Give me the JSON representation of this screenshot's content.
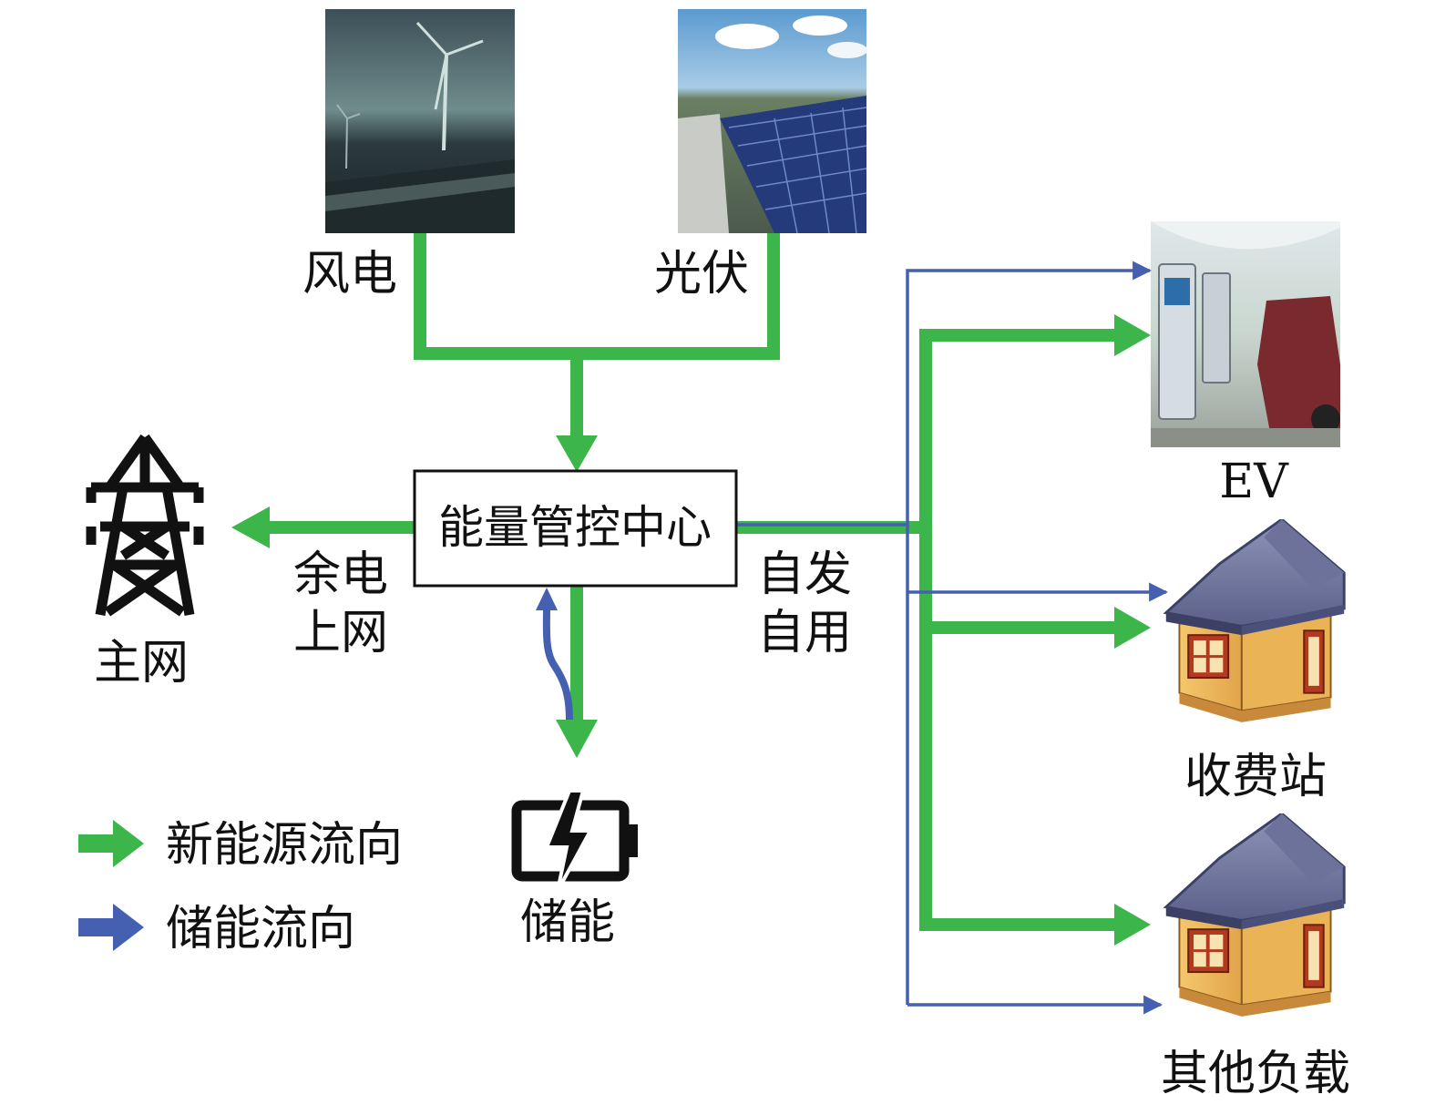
{
  "colors": {
    "new_energy_flow": "#3cb54a",
    "storage_flow": "#4560b0",
    "text": "#111111",
    "box_border": "#111111"
  },
  "sources": {
    "wind": {
      "label": "风电",
      "icon": "wind-turbine-photo"
    },
    "solar": {
      "label": "光伏",
      "icon": "solar-panel-photo"
    }
  },
  "center": {
    "label": "能量管控中心"
  },
  "grid": {
    "label": "主网",
    "icon": "transmission-tower-icon",
    "flow_label_line1": "余电",
    "flow_label_line2": "上网"
  },
  "self_use": {
    "label_line1": "自发",
    "label_line2": "自用"
  },
  "storage": {
    "label": "储能",
    "icon": "battery-charging-icon"
  },
  "loads": [
    {
      "label": "EV",
      "icon": "ev-charging-station-photo"
    },
    {
      "label": "收费站",
      "icon": "house-icon"
    },
    {
      "label": "其他负载",
      "icon": "house-icon"
    }
  ],
  "legend": [
    {
      "label": "新能源流向",
      "color": "#3cb54a"
    },
    {
      "label": "储能流向",
      "color": "#4560b0"
    }
  ]
}
